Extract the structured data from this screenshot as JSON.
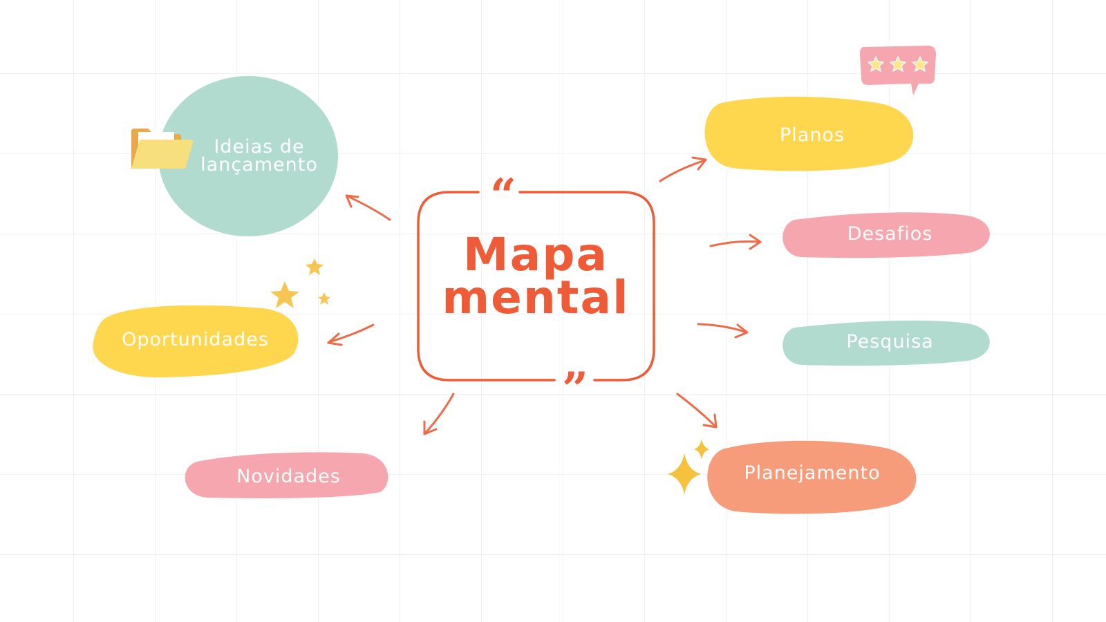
{
  "center": {
    "line1": "Mapa",
    "line2": "mental",
    "open_quote": "“",
    "close_quote": "”"
  },
  "nodes": {
    "ideias": {
      "line1": "Ideias de",
      "line2": "lançamento"
    },
    "oportunidades": "Oportunidades",
    "novidades": "Novidades",
    "planos": "Planos",
    "desafios": "Desafios",
    "pesquisa": "Pesquisa",
    "planejamento": "Planejamento"
  },
  "icons": {
    "ideias": "folder-icon",
    "oportunidades": "stars-icon",
    "planos": "rating-speech-bubble-icon",
    "planejamento": "sparkle-icon"
  },
  "colors": {
    "accent": "#ef5a37",
    "arrow": "#ee6a48",
    "teal": "#b1dbcf",
    "yellow": "#fed74f",
    "pink": "#f5a6ae",
    "coral": "#f79c7a",
    "label_text": "#ffffff"
  }
}
